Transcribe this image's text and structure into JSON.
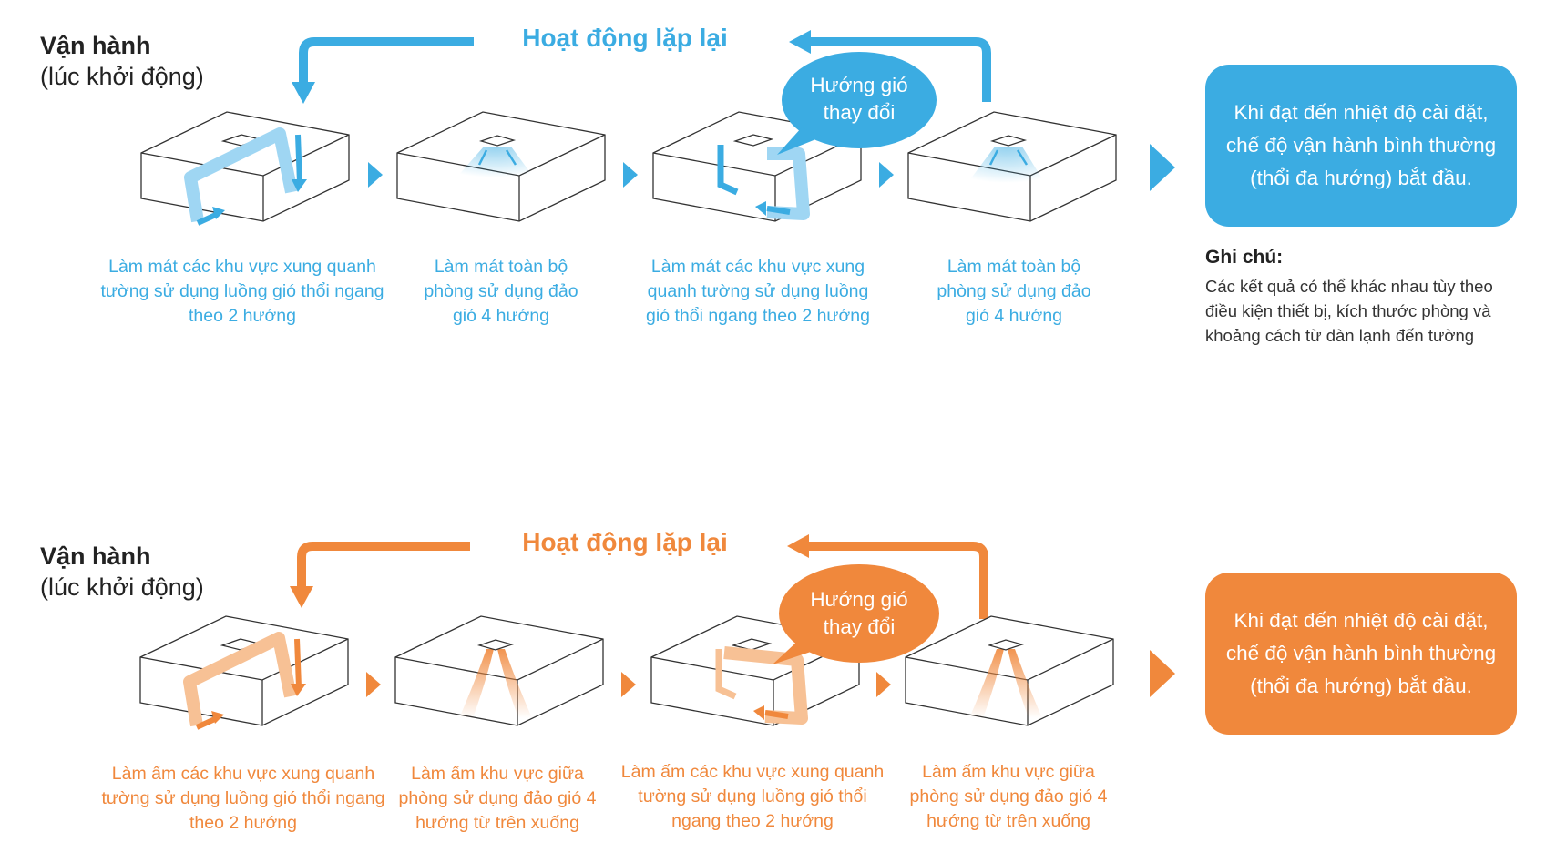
{
  "colors": {
    "cool": "#3bace2",
    "cool_light": "#9fd6f3",
    "heat": "#f0883c",
    "heat_light": "#f7c195"
  },
  "cooling": {
    "title_bold": "Vận hành",
    "title_sub": "(lúc khởi động)",
    "repeat_label": "Hoạt động lặp lại",
    "bubble": "Hướng gió thay đổi",
    "steps": [
      "Làm mát các khu vực xung quanh tường sử dụng luồng gió thổi ngang theo 2 hướng",
      "Làm mát toàn bộ phòng sử dụng đảo gió 4 hướng",
      "Làm mát các khu vực xung quanh tường sử dụng luồng gió thổi ngang theo 2 hướng",
      "Làm mát toàn bộ phòng sử dụng đảo gió 4 hướng"
    ],
    "result": "Khi đạt đến nhiệt độ cài đặt, chế độ vận hành bình thường (thổi đa hướng) bắt đầu.",
    "note_title": "Ghi chú:",
    "note_body": "Các kết quả có thể khác nhau tùy theo điều kiện thiết bị, kích thước phòng và khoảng cách từ dàn lạnh đến tường"
  },
  "heating": {
    "title_bold": "Vận hành",
    "title_sub": "(lúc khởi động)",
    "repeat_label": "Hoạt động lặp lại",
    "bubble": "Hướng gió thay đổi",
    "steps": [
      "Làm ấm các khu vực xung quanh tường sử dụng luồng gió thổi ngang theo 2 hướng",
      "Làm ấm khu vực giữa phòng sử dụng đảo gió 4 hướng từ trên xuống",
      "Làm ấm các khu vực xung quanh tường sử dụng luồng gió thổi ngang theo 2 hướng",
      "Làm ấm khu vực giữa phòng sử dụng đảo gió 4 hướng từ trên xuống"
    ],
    "result": "Khi đạt đến nhiệt độ cài đặt, chế độ vận hành bình thường (thổi đa hướng) bắt đầu."
  }
}
